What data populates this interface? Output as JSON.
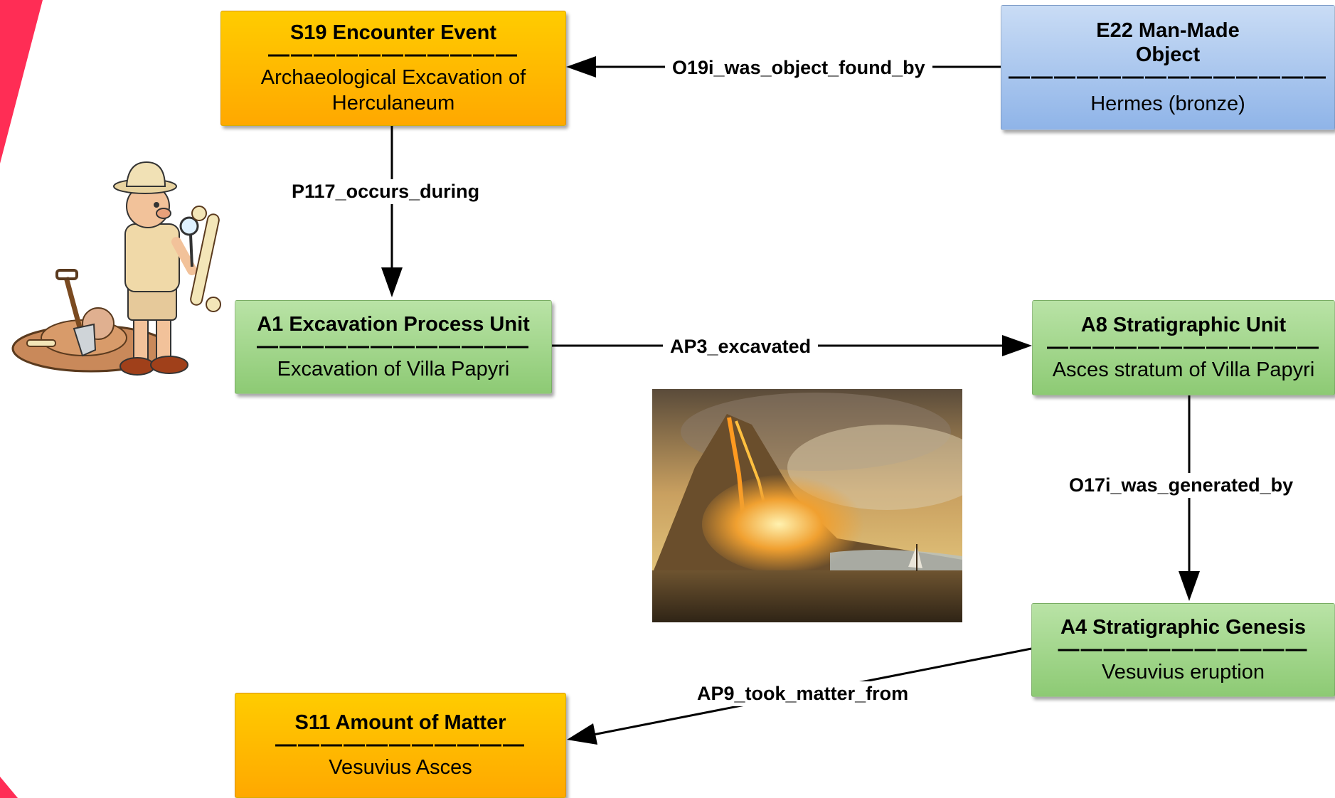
{
  "nodes": {
    "s19": {
      "title": "S19 Encounter Event",
      "separator": "———————————",
      "text": "Archaeological Excavation of Herculaneum"
    },
    "e22": {
      "title": "E22 Man-Made Object",
      "separator": "——————————————",
      "text": "Hermes (bronze)"
    },
    "a1": {
      "title": "A1 Excavation Process Unit",
      "separator": "————————————",
      "text": "Excavation of Villa Papyri"
    },
    "a8": {
      "title": "A8 Stratigraphic Unit",
      "separator": "————————————",
      "text": "Asces stratum of Villa Papyri"
    },
    "a4": {
      "title": "A4 Stratigraphic Genesis",
      "separator": "———————————",
      "text": "Vesuvius eruption"
    },
    "s11": {
      "title": "S11 Amount of Matter",
      "separator": "———————————",
      "text": "Vesuvius Asces"
    }
  },
  "edges": {
    "o19i": "O19i_was_object_found_by",
    "p117": "P117_occurs_during",
    "ap3": "AP3_excavated",
    "o17i": "O17i_was_generated_by",
    "ap9": "AP9_took_matter_from"
  },
  "colors": {
    "orange_node": "#ffb400",
    "blue_node": "#a9c6ee",
    "green_node": "#a3d68c",
    "accent": "#ff2d55",
    "edge": "#000000"
  },
  "images": {
    "archaeologist": "cartoon-archaeologist-illustration",
    "painting": "vesuvius-eruption-painting"
  }
}
